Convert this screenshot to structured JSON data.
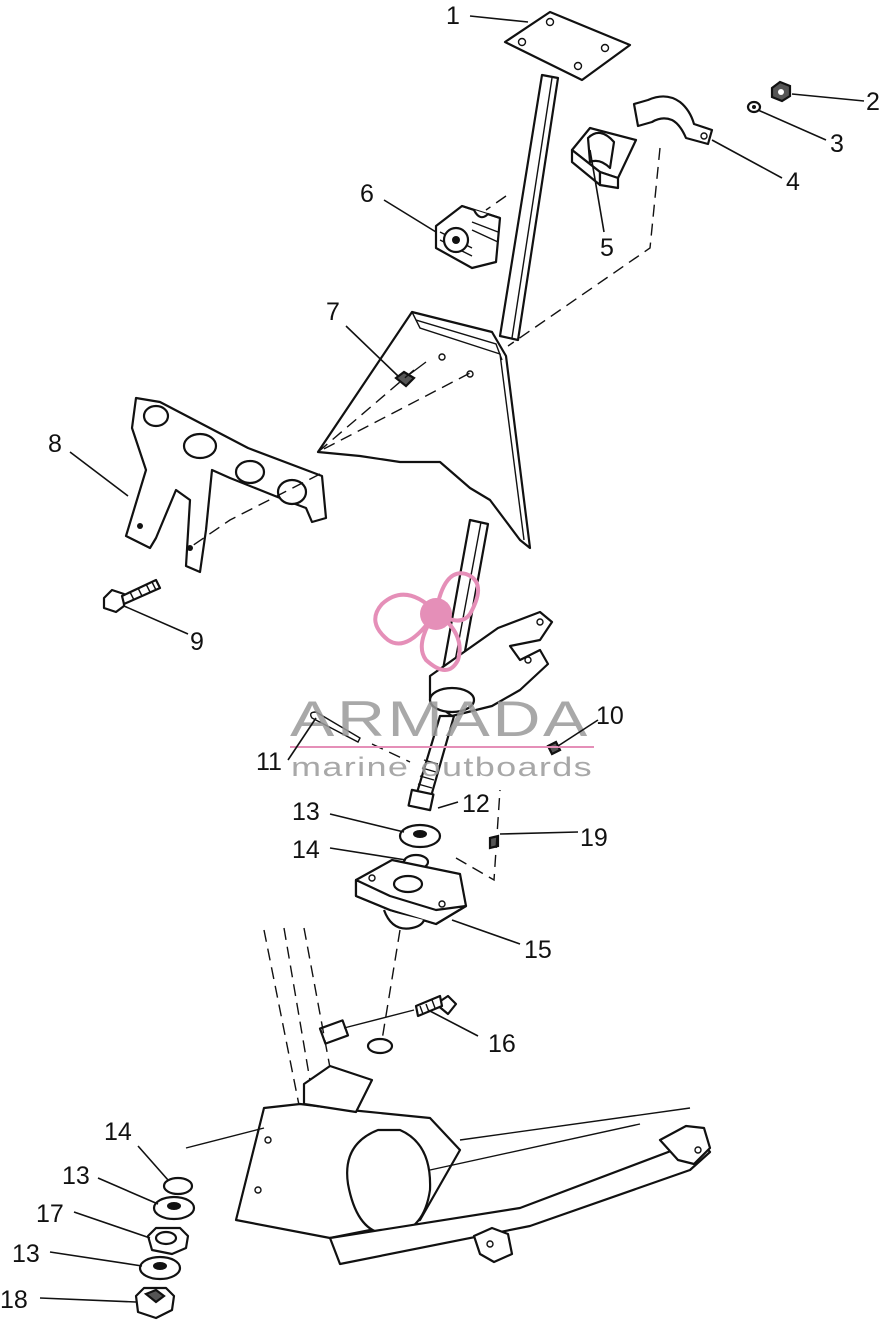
{
  "callouts": [
    {
      "id": "1",
      "label": "1"
    },
    {
      "id": "2",
      "label": "2"
    },
    {
      "id": "3",
      "label": "3"
    },
    {
      "id": "4",
      "label": "4"
    },
    {
      "id": "5",
      "label": "5"
    },
    {
      "id": "6",
      "label": "6"
    },
    {
      "id": "7",
      "label": "7"
    },
    {
      "id": "8",
      "label": "8"
    },
    {
      "id": "9",
      "label": "9"
    },
    {
      "id": "10",
      "label": "10"
    },
    {
      "id": "11",
      "label": "11"
    },
    {
      "id": "12",
      "label": "12"
    },
    {
      "id": "13a",
      "label": "13"
    },
    {
      "id": "14a",
      "label": "14"
    },
    {
      "id": "15",
      "label": "15"
    },
    {
      "id": "16",
      "label": "16"
    },
    {
      "id": "14b",
      "label": "14"
    },
    {
      "id": "13b",
      "label": "13"
    },
    {
      "id": "17",
      "label": "17"
    },
    {
      "id": "13c",
      "label": "13"
    },
    {
      "id": "18",
      "label": "18"
    },
    {
      "id": "19",
      "label": "19"
    }
  ],
  "watermark": {
    "brand": "ARMADA",
    "tagline": "marine outboards",
    "logo_color": "#e58fb8"
  }
}
